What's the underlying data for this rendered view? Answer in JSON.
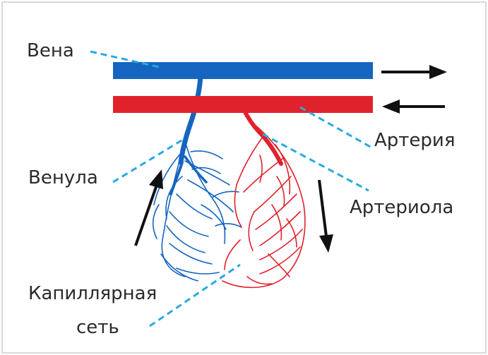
{
  "labels": {
    "vein": "Вена",
    "artery": "Артерия",
    "venule": "Венула",
    "arteriole": "Артериола",
    "capillary_line1": "Капиллярная",
    "capillary_line2": "сеть"
  },
  "colors": {
    "vein": "#1565c0",
    "artery": "#e0222c",
    "pointer": "#29a9e0",
    "arrow": "#111111",
    "text": "#2b2b2b",
    "frame": "#d9d9d9"
  }
}
